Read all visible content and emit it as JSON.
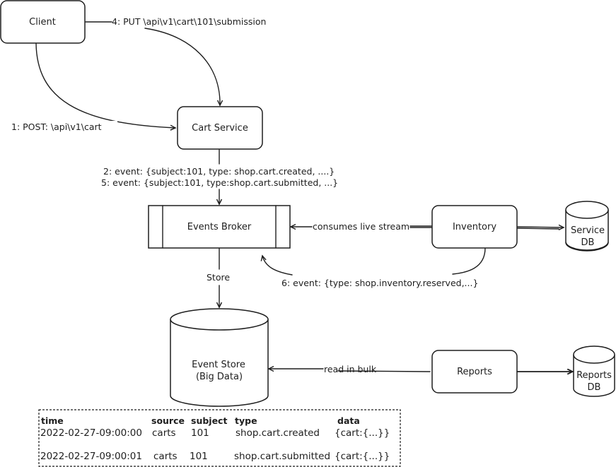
{
  "nodes": {
    "client": {
      "label": "Client"
    },
    "cart_service": {
      "label": "Cart Service"
    },
    "events_broker": {
      "label": "Events Broker"
    },
    "inventory": {
      "label": "Inventory"
    },
    "service_db": {
      "label_line1": "Service",
      "label_line2": "DB"
    },
    "event_store": {
      "label_line1": "Event Store",
      "label_line2": "(Big Data)"
    },
    "reports": {
      "label": "Reports"
    },
    "reports_db": {
      "label_line1": "Reports",
      "label_line2": "DB"
    }
  },
  "edges": {
    "put_submission": "4: PUT \\api\\v1\\cart\\101\\submission",
    "post_cart": "1: POST:  \\api\\v1\\cart",
    "event_created": "2: event: {subject:101, type: shop.cart.created, ....}",
    "event_submitted": "5: event: {subject:101, type:shop.cart.submitted, ...}",
    "consumes_live_stream": "consumes live stream",
    "event_reserved": "6: event: {type: shop.inventory.reserved,...}",
    "store": "Store",
    "read_in_bulk": "read in bulk"
  },
  "event_table": {
    "columns": [
      "time",
      "source",
      "subject",
      "type",
      "data"
    ],
    "rows": [
      [
        "2022-02-27-09:00:00",
        "carts",
        "101",
        "shop.cart.created",
        "{cart:{...}}"
      ],
      [
        "2022-02-27-09:00:01",
        "carts",
        "101",
        "shop.cart.submitted",
        "{cart:{...}}"
      ]
    ]
  }
}
